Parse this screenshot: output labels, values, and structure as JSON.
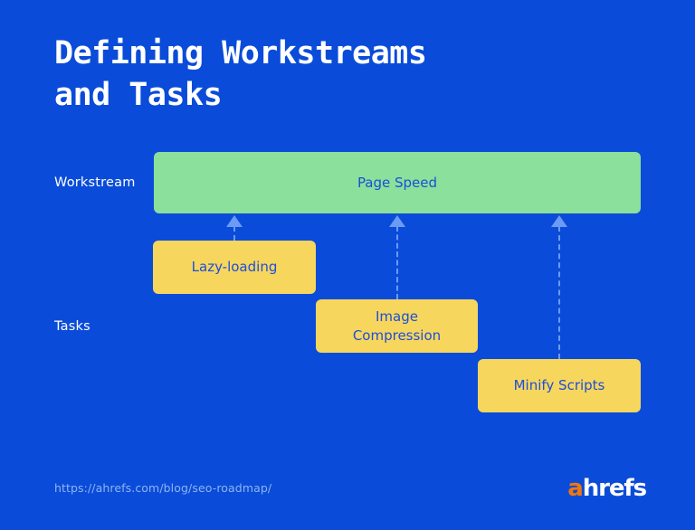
{
  "slide": {
    "background_color": "#0A4CD9",
    "title": "Defining Workstreams\nand Tasks"
  },
  "row_labels": {
    "workstream": "Workstream",
    "tasks": "Tasks"
  },
  "diagram": {
    "type": "hierarchy",
    "workstream": {
      "label": "Page Speed",
      "fill_color": "#8BE09B",
      "text_color": "#1D4ED8"
    },
    "tasks": [
      {
        "label": "Lazy-loading",
        "fill_color": "#F7D65D",
        "text_color": "#1D4ED8"
      },
      {
        "label": "Image\nCompression",
        "fill_color": "#F7D65D",
        "text_color": "#1D4ED8"
      },
      {
        "label": "Minify Scripts",
        "fill_color": "#F7D65D",
        "text_color": "#1D4ED8"
      }
    ],
    "connector_color": "#6C9BF5",
    "connector_style": "dashed-arrow-up"
  },
  "footer": {
    "url": "https://ahrefs.com/blog/seo-roadmap/",
    "logo": {
      "accent_letter": "a",
      "rest": "hrefs",
      "accent_color": "#F3760B",
      "rest_color": "#FFFFFF"
    }
  }
}
